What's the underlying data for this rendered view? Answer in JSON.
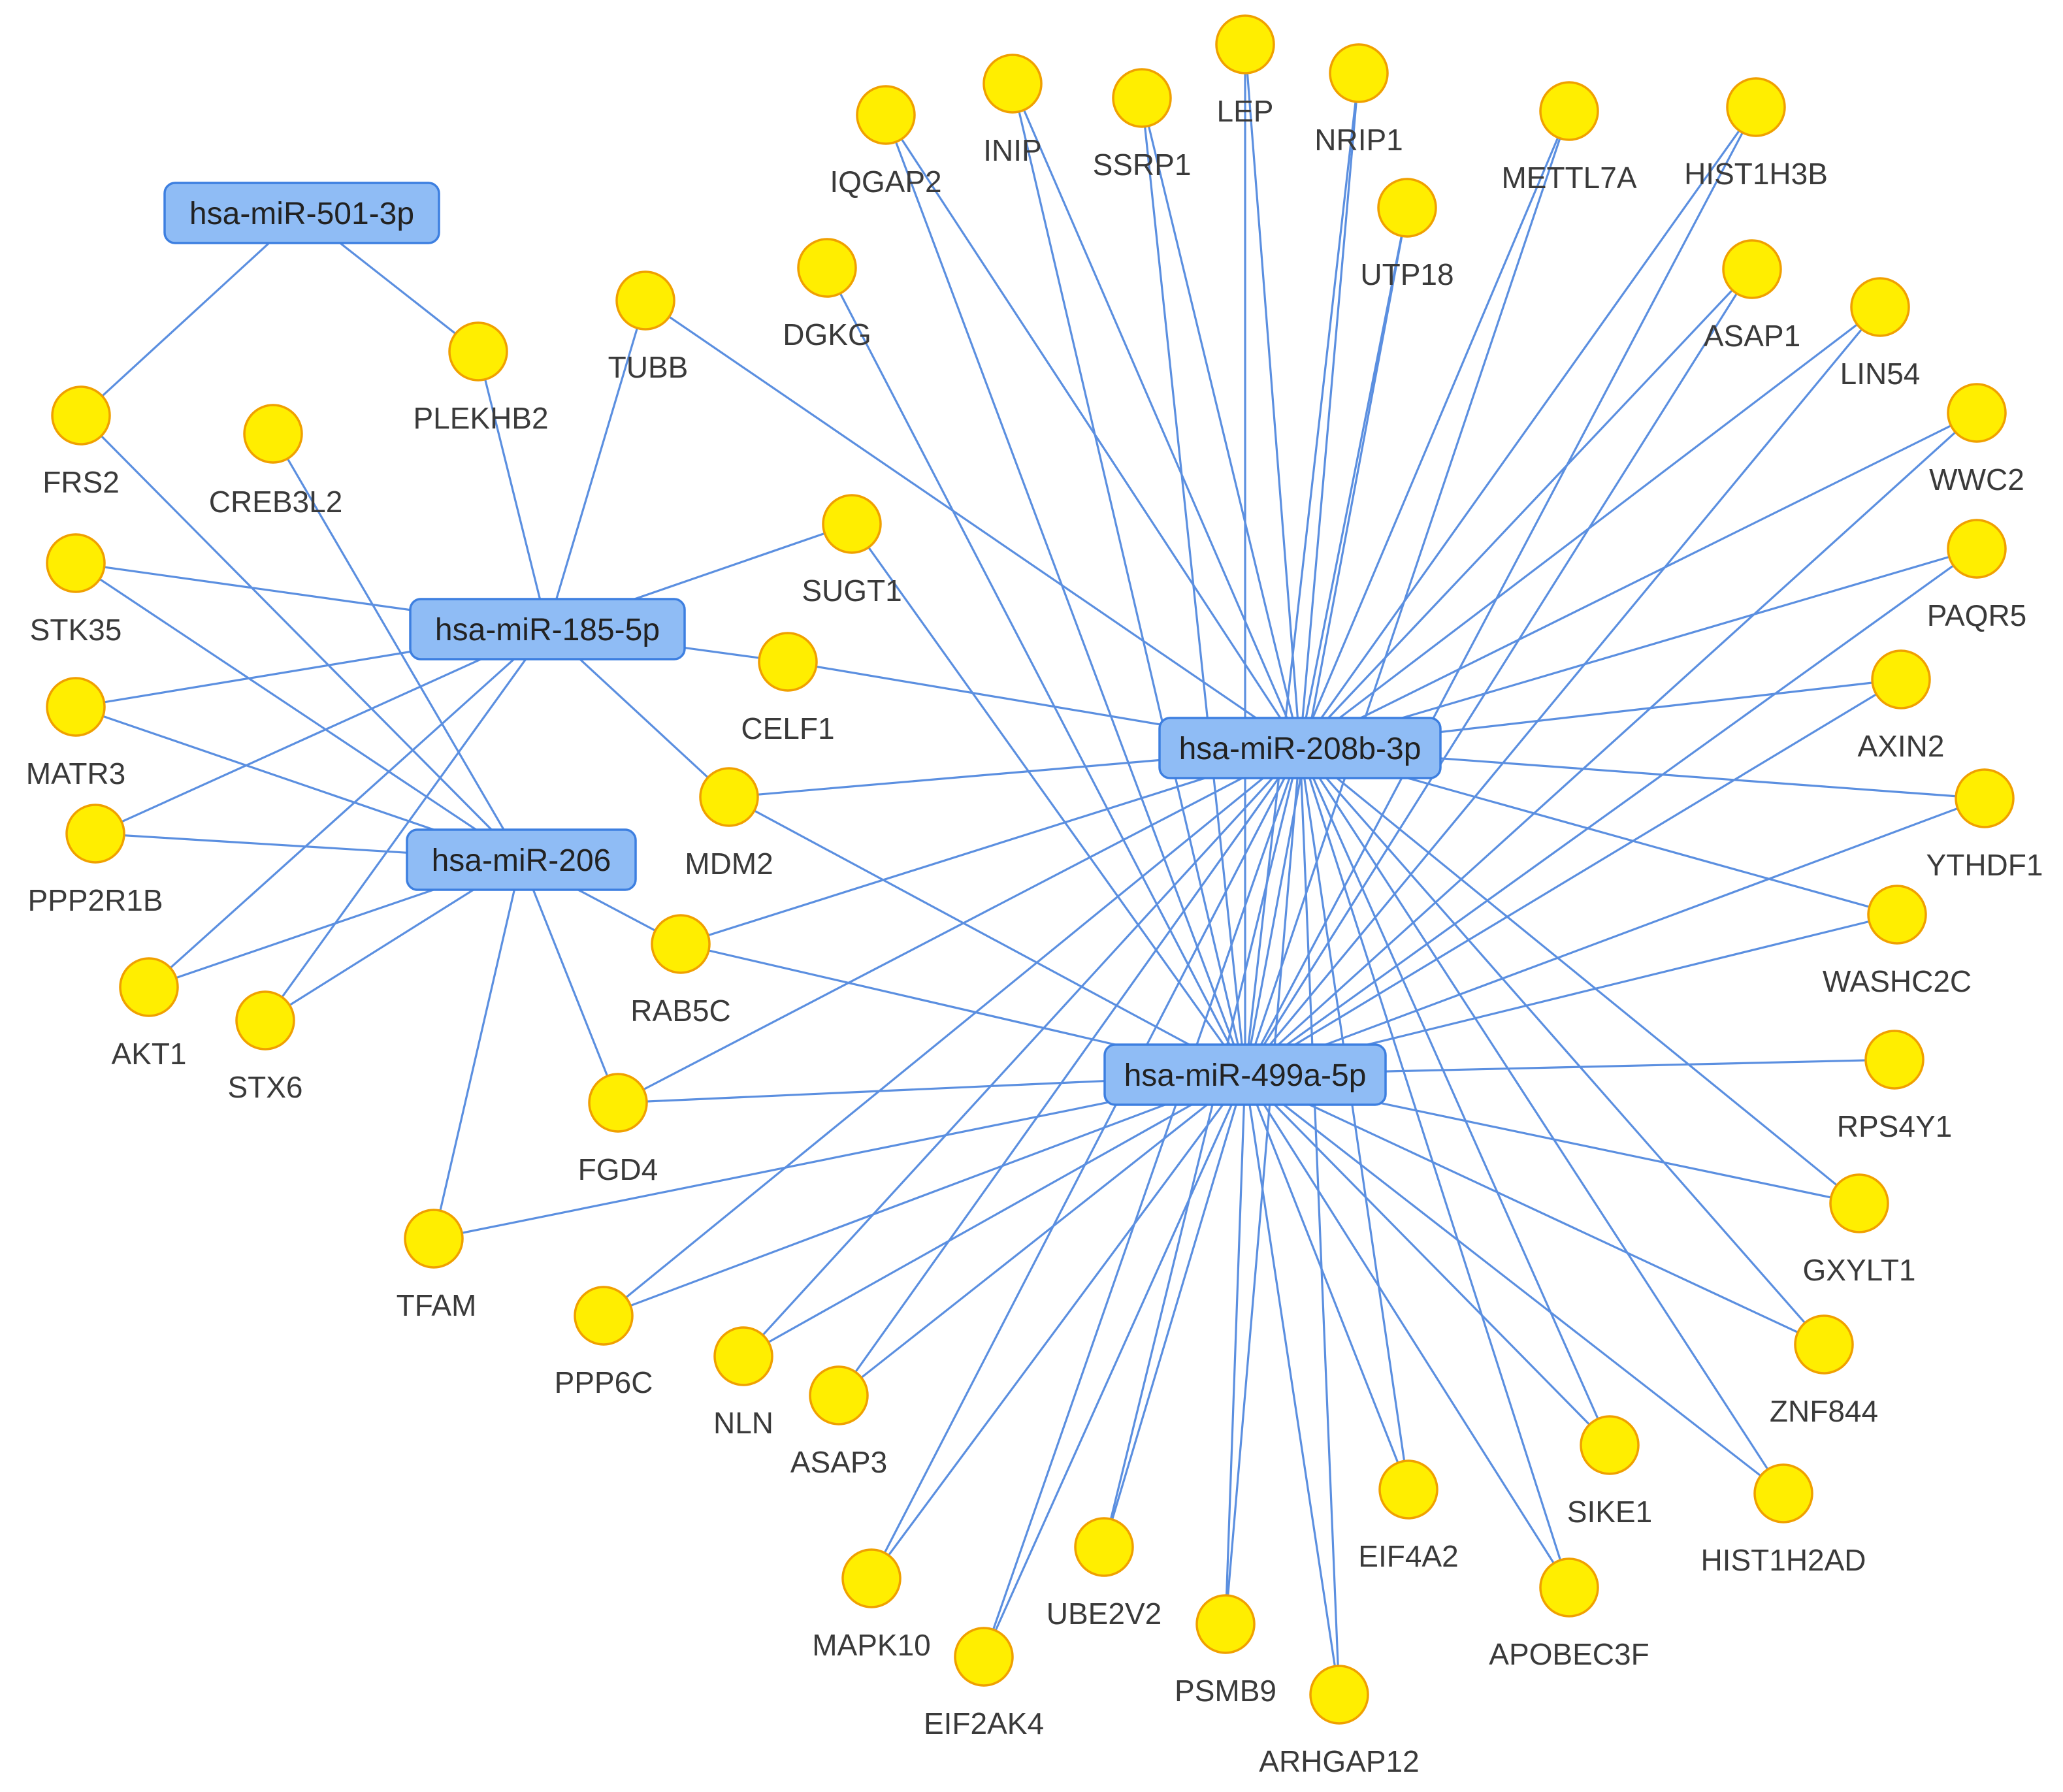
{
  "colors": {
    "edge": "#5b8fe0",
    "gene_fill": "#ffee00",
    "gene_stroke": "#f0a000",
    "mirna_fill": "#8fbcf5",
    "mirna_stroke": "#3d7fe0"
  },
  "mirnas": [
    {
      "id": "m501",
      "label": "hsa-miR-501-3p"
    },
    {
      "id": "m185",
      "label": "hsa-miR-185-5p"
    },
    {
      "id": "m206",
      "label": "hsa-miR-206"
    },
    {
      "id": "m208",
      "label": "hsa-miR-208b-3p"
    },
    {
      "id": "m499",
      "label": "hsa-miR-499a-5p"
    }
  ],
  "genes": [
    "FRS2",
    "PLEKHB2",
    "TUBB",
    "CREB3L2",
    "STK35",
    "MATR3",
    "PPP2R1B",
    "AKT1",
    "STX6",
    "TFAM",
    "SUGT1",
    "CELF1",
    "MDM2",
    "RAB5C",
    "FGD4",
    "IQGAP2",
    "INIP",
    "SSRP1",
    "LEP",
    "NRIP1",
    "UTP18",
    "DGKG",
    "METTL7A",
    "HIST1H3B",
    "ASAP1",
    "LIN54",
    "WWC2",
    "PAQR5",
    "AXIN2",
    "YTHDF1",
    "WASHC2C",
    "RPS4Y1",
    "GXYLT1",
    "ZNF844",
    "HIST1H2AD",
    "SIKE1",
    "APOBEC3F",
    "EIF4A2",
    "ARHGAP12",
    "PSMB9",
    "UBE2V2",
    "EIF2AK4",
    "MAPK10",
    "ASAP3",
    "NLN",
    "PPP6C"
  ],
  "interactions": [
    [
      "m501",
      "FRS2"
    ],
    [
      "m501",
      "PLEKHB2"
    ],
    [
      "m185",
      "PLEKHB2"
    ],
    [
      "m185",
      "TUBB"
    ],
    [
      "m185",
      "STK35"
    ],
    [
      "m185",
      "MATR3"
    ],
    [
      "m185",
      "PPP2R1B"
    ],
    [
      "m185",
      "AKT1"
    ],
    [
      "m185",
      "STX6"
    ],
    [
      "m185",
      "SUGT1"
    ],
    [
      "m185",
      "CELF1"
    ],
    [
      "m185",
      "MDM2"
    ],
    [
      "m206",
      "FRS2"
    ],
    [
      "m206",
      "CREB3L2"
    ],
    [
      "m206",
      "STK35"
    ],
    [
      "m206",
      "MATR3"
    ],
    [
      "m206",
      "PPP2R1B"
    ],
    [
      "m206",
      "AKT1"
    ],
    [
      "m206",
      "STX6"
    ],
    [
      "m206",
      "TFAM"
    ],
    [
      "m206",
      "FGD4"
    ],
    [
      "m206",
      "RAB5C"
    ],
    [
      "m208",
      "CELF1"
    ],
    [
      "m208",
      "MDM2"
    ],
    [
      "m208",
      "RAB5C"
    ],
    [
      "m208",
      "FGD4"
    ],
    [
      "m208",
      "TUBB"
    ],
    [
      "m208",
      "IQGAP2"
    ],
    [
      "m208",
      "INIP"
    ],
    [
      "m208",
      "SSRP1"
    ],
    [
      "m208",
      "LEP"
    ],
    [
      "m208",
      "NRIP1"
    ],
    [
      "m208",
      "UTP18"
    ],
    [
      "m208",
      "METTL7A"
    ],
    [
      "m208",
      "HIST1H3B"
    ],
    [
      "m208",
      "ASAP1"
    ],
    [
      "m208",
      "LIN54"
    ],
    [
      "m208",
      "WWC2"
    ],
    [
      "m208",
      "PAQR5"
    ],
    [
      "m208",
      "AXIN2"
    ],
    [
      "m208",
      "YTHDF1"
    ],
    [
      "m208",
      "WASHC2C"
    ],
    [
      "m208",
      "GXYLT1"
    ],
    [
      "m208",
      "ZNF844"
    ],
    [
      "m208",
      "HIST1H2AD"
    ],
    [
      "m208",
      "SIKE1"
    ],
    [
      "m208",
      "APOBEC3F"
    ],
    [
      "m208",
      "EIF4A2"
    ],
    [
      "m208",
      "ARHGAP12"
    ],
    [
      "m208",
      "PSMB9"
    ],
    [
      "m208",
      "UBE2V2"
    ],
    [
      "m208",
      "EIF2AK4"
    ],
    [
      "m208",
      "MAPK10"
    ],
    [
      "m208",
      "ASAP3"
    ],
    [
      "m208",
      "NLN"
    ],
    [
      "m208",
      "PPP6C"
    ],
    [
      "m499",
      "SUGT1"
    ],
    [
      "m499",
      "MDM2"
    ],
    [
      "m499",
      "RAB5C"
    ],
    [
      "m499",
      "FGD4"
    ],
    [
      "m499",
      "TFAM"
    ],
    [
      "m499",
      "DGKG"
    ],
    [
      "m499",
      "IQGAP2"
    ],
    [
      "m499",
      "INIP"
    ],
    [
      "m499",
      "SSRP1"
    ],
    [
      "m499",
      "LEP"
    ],
    [
      "m499",
      "NRIP1"
    ],
    [
      "m499",
      "UTP18"
    ],
    [
      "m499",
      "METTL7A"
    ],
    [
      "m499",
      "HIST1H3B"
    ],
    [
      "m499",
      "ASAP1"
    ],
    [
      "m499",
      "LIN54"
    ],
    [
      "m499",
      "WWC2"
    ],
    [
      "m499",
      "PAQR5"
    ],
    [
      "m499",
      "AXIN2"
    ],
    [
      "m499",
      "YTHDF1"
    ],
    [
      "m499",
      "WASHC2C"
    ],
    [
      "m499",
      "RPS4Y1"
    ],
    [
      "m499",
      "GXYLT1"
    ],
    [
      "m499",
      "ZNF844"
    ],
    [
      "m499",
      "HIST1H2AD"
    ],
    [
      "m499",
      "SIKE1"
    ],
    [
      "m499",
      "APOBEC3F"
    ],
    [
      "m499",
      "EIF4A2"
    ],
    [
      "m499",
      "ARHGAP12"
    ],
    [
      "m499",
      "PSMB9"
    ],
    [
      "m499",
      "UBE2V2"
    ],
    [
      "m499",
      "EIF2AK4"
    ],
    [
      "m499",
      "MAPK10"
    ],
    [
      "m499",
      "ASAP3"
    ],
    [
      "m499",
      "NLN"
    ],
    [
      "m499",
      "PPP6C"
    ]
  ]
}
